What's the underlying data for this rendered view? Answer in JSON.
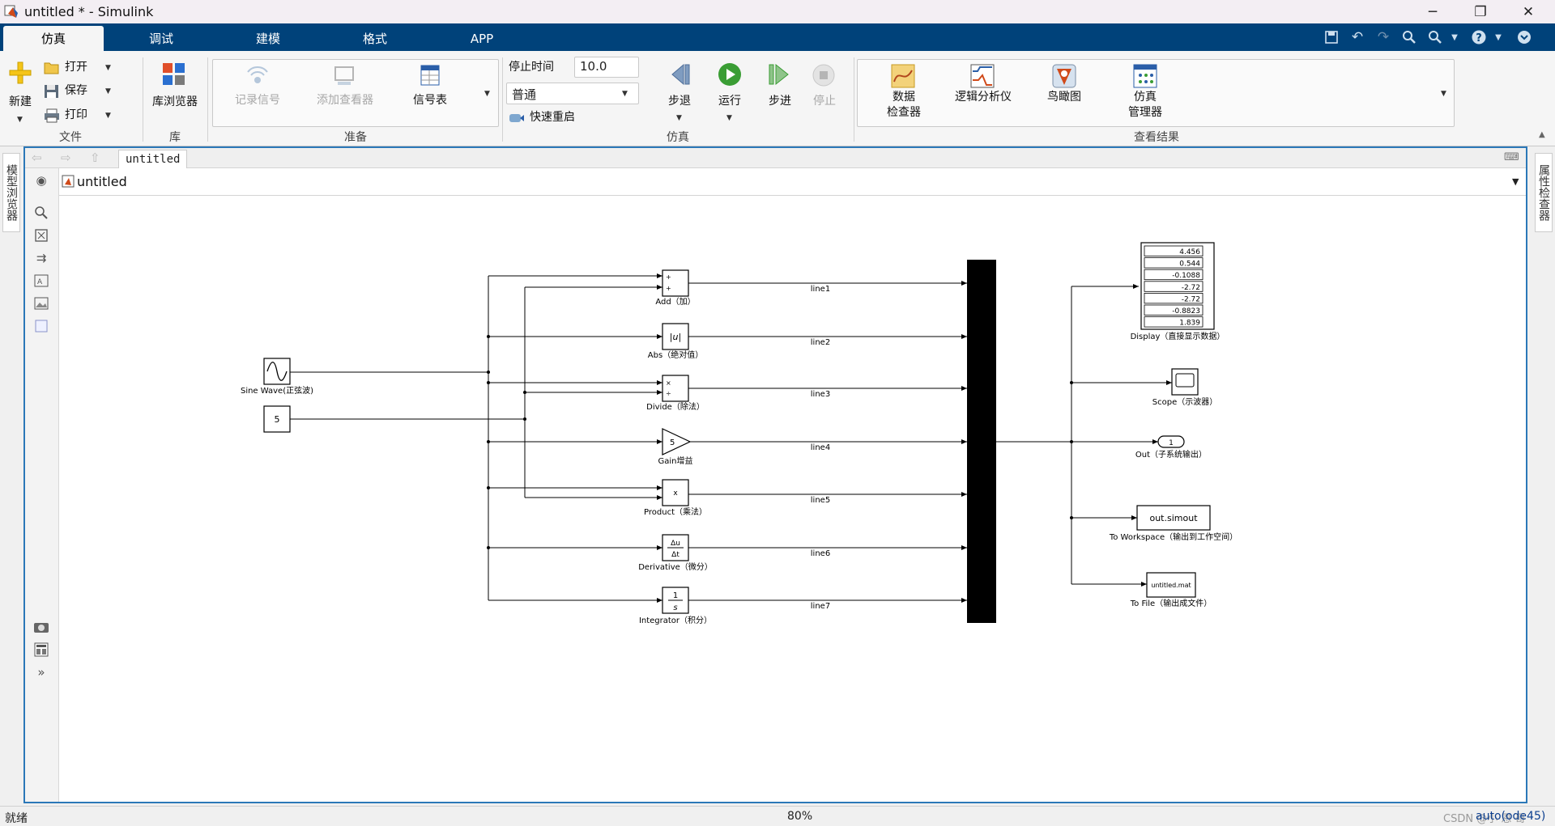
{
  "window": {
    "title": "untitled * - Simulink"
  },
  "tabs": [
    "仿真",
    "调试",
    "建模",
    "格式",
    "APP"
  ],
  "ribbon": {
    "file": {
      "new_label": "新建",
      "open_label": "打开",
      "save_label": "保存",
      "print_label": "打印",
      "group": "文件"
    },
    "library": {
      "browser_label": "库浏览器",
      "group": "库"
    },
    "prepare": {
      "log_signals": "记录信号",
      "add_viewer": "添加查看器",
      "signal_table": "信号表",
      "group": "准备"
    },
    "simulate": {
      "stop_time_label": "停止时间",
      "stop_time_value": "10.0",
      "mode_value": "普通",
      "fast_restart": "快速重启",
      "step_back": "步退",
      "run": "运行",
      "step_forward": "步进",
      "stop": "停止",
      "group": "仿真"
    },
    "results": {
      "data_inspector": [
        "数据",
        "检查器"
      ],
      "logic_analyzer": "逻辑分析仪",
      "birds_eye": "鸟瞰图",
      "sim_manager": [
        "仿真",
        "管理器"
      ],
      "group": "查看结果"
    }
  },
  "left_panel": {
    "label": "模型浏览器"
  },
  "right_panel": {
    "label": "属性检查器"
  },
  "editor": {
    "tab_label": "untitled",
    "model_name": "untitled"
  },
  "diagram": {
    "sine_label": "Sine Wave(正弦波)",
    "constant_value": "5",
    "blocks": [
      {
        "label": "Add（加）",
        "line": "line1"
      },
      {
        "label": "Abs（绝对值）",
        "line": "line2",
        "icon": "|u|"
      },
      {
        "label": "Divide（除法）",
        "line": "line3"
      },
      {
        "label": "Gain增益",
        "line": "line4",
        "icon": "5"
      },
      {
        "label": "Product（乘法）",
        "line": "line5",
        "icon": "x"
      },
      {
        "label": "Derivative（微分）",
        "line": "line6"
      },
      {
        "label": "Integrator（积分）",
        "line": "line7"
      }
    ],
    "display": {
      "label": "Display（直接显示数据）",
      "values": [
        "4.456",
        "0.544",
        "-0.1088",
        "-2.72",
        "-2.72",
        "-0.8823",
        "1.839"
      ]
    },
    "scope_label": "Scope（示波器）",
    "out": {
      "label": "Out（子系统输出）",
      "port": "1"
    },
    "workspace": {
      "label": "To Workspace（输出到工作空间）",
      "var": "out.simout"
    },
    "tofile": {
      "label": "To File（输出成文件）",
      "file": "untitled.mat"
    }
  },
  "status": {
    "left": "就绪",
    "zoom": "80%",
    "solver": "auto(ode45)",
    "watermark": "CSDN @小 恩 哥"
  }
}
